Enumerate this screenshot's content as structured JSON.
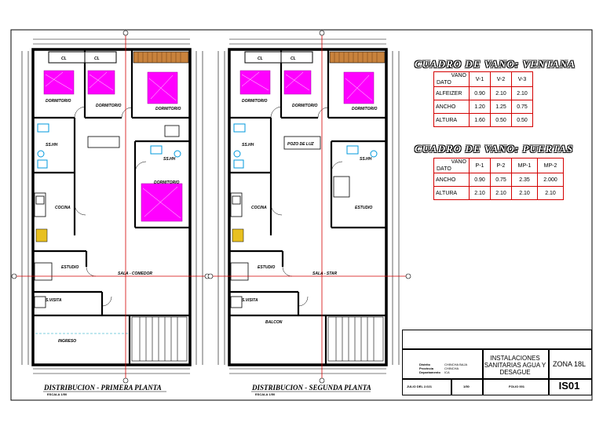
{
  "plan1": {
    "rooms": {
      "cl1": "CL",
      "cl2": "CL",
      "dorm1": "DORMITORIO",
      "dorm2": "DORMITORIO",
      "dorm3": "DORMITORIO",
      "ssbb1": "SS.HH",
      "ssbb2": "SS.HH",
      "dorm4": "DORMITORIO",
      "cocina": "COCINA",
      "estudio": "ESTUDIO",
      "sala": "SALA - COMEDOR",
      "visita": "S.VISITA",
      "ingreso": "INGRESO"
    },
    "caption": "DISTRIBUCION - PRIMERA PLANTA",
    "scale": "ESCALA 1/50"
  },
  "plan2": {
    "rooms": {
      "cl1": "CL",
      "cl2": "CL",
      "dorm1": "DORMITORIO",
      "dorm2": "DORMITORIO",
      "dorm3": "DORMITORIO",
      "ssbb1": "SS.HH",
      "pozo": "POZO DE LUZ",
      "ssbb2": "SS.HH",
      "cocina": "COCINA",
      "estudio1": "ESTUDIO",
      "estudio2": "ESTUDIO",
      "sala": "SALA - STAR",
      "visita": "S.VISITA",
      "balcon": "BALCON"
    },
    "caption": "DISTRIBUCION - SEGUNDA PLANTA",
    "scale": "ESCALA 1/50"
  },
  "ventanas": {
    "title": "CUADRO DE VANO: VENTANA",
    "corner_top": "VANO",
    "corner_bottom": "DATO",
    "headers": [
      "V-1",
      "V-2",
      "V-3"
    ],
    "rows": [
      {
        "label": "ALFEIZER",
        "values": [
          "0.90",
          "2.10",
          "2.10"
        ]
      },
      {
        "label": "ANCHO",
        "values": [
          "1.20",
          "1.25",
          "0.75"
        ]
      },
      {
        "label": "ALTURA",
        "values": [
          "1.60",
          "0.50",
          "0.50"
        ]
      }
    ]
  },
  "puertas": {
    "title": "CUADRO DE VANO: PUERTAS",
    "corner_top": "VANO",
    "corner_bottom": "DATO",
    "headers": [
      "P-1",
      "P-2",
      "MP-1",
      "MP-2"
    ],
    "rows": [
      {
        "label": "ANCHO",
        "values": [
          "0.90",
          "0.75",
          "2.35",
          "2.000"
        ]
      },
      {
        "label": "ALTURA",
        "values": [
          "2.10",
          "2.10",
          "2.10",
          "2.10"
        ]
      }
    ]
  },
  "titleblock": {
    "project": "INSTALACIONES SANITARIAS AGUA Y DESAGUE",
    "zone": "ZONA 18L",
    "sheet": "IS01",
    "date": "JULIO DEL 2.021",
    "scale": "1/50",
    "file": "FOLIO 001",
    "dist_label": "Distrito",
    "prov_label": "Provincia",
    "dep_label": "Departamento",
    "dist_value": "CHINCHA BAJA",
    "prov_value": "CHINCHA",
    "dep_value": "ICA"
  },
  "colors": {
    "wall": "#000000",
    "axis": "#d40000",
    "furniture": "#ff00ff",
    "fixture": "#0099dd",
    "table_border": "#d40000",
    "wood": "#c8823c"
  }
}
